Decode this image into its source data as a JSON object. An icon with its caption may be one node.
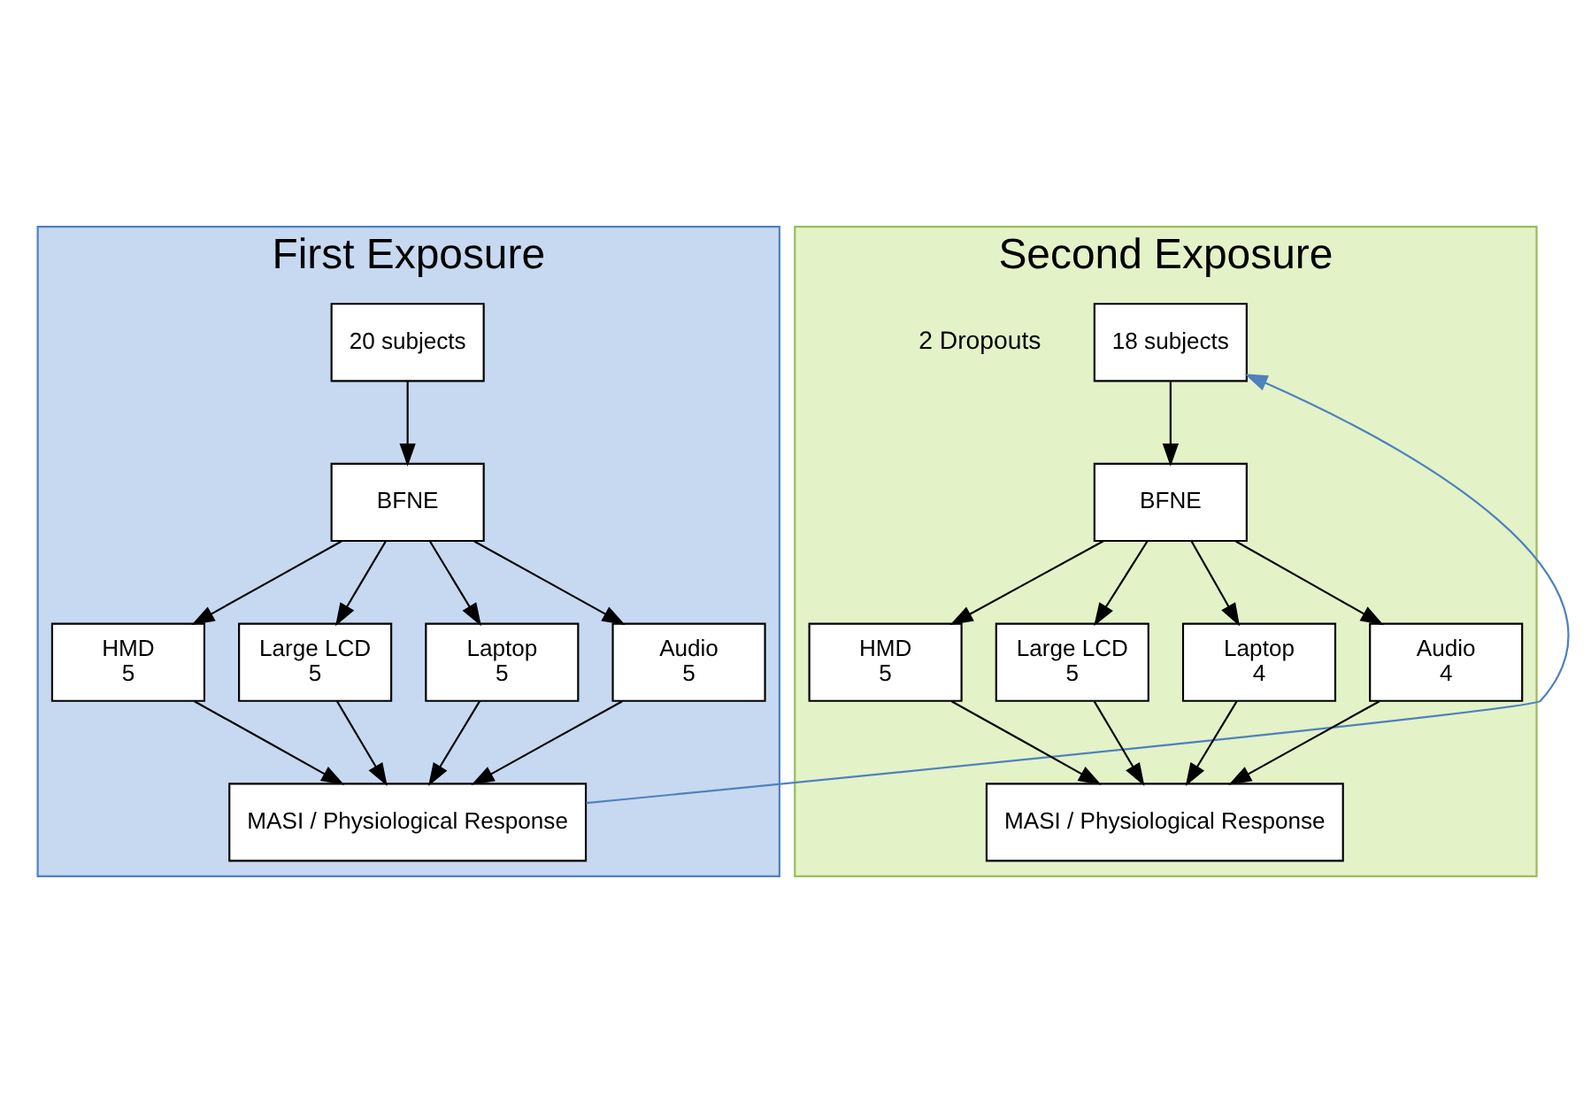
{
  "diagram": {
    "nodes": [
      {
        "text": [
          "First Exposure"
        ]
      },
      {
        "text": [
          "20 subjects"
        ],
        "in": 0
      },
      {
        "text": [
          "BFNE"
        ],
        "in": 0
      },
      {
        "text": [
          "HMD",
          "5"
        ],
        "in": 0
      },
      {
        "text": [
          "Large LCD",
          "5"
        ],
        "in": 0
      },
      {
        "text": [
          "Laptop",
          "5"
        ],
        "in": 0
      },
      {
        "text": [
          "Audio",
          "5"
        ],
        "in": 0
      },
      {
        "text": [
          "MASI / Physiological Response"
        ],
        "in": 0
      },
      {
        "text": [
          "Second Exposure"
        ]
      },
      {
        "text": [
          "18 subjects"
        ],
        "in": 8,
        "beside": [
          "2 Dropouts"
        ]
      },
      {
        "text": [
          "BFNE"
        ],
        "in": 8
      },
      {
        "text": [
          "HMD",
          "5"
        ],
        "in": 8
      },
      {
        "text": [
          "Large LCD",
          "5"
        ],
        "in": 8
      },
      {
        "text": [
          "Laptop",
          "4"
        ],
        "in": 8
      },
      {
        "text": [
          "Audio",
          "4"
        ],
        "in": 8
      },
      {
        "text": [
          "MASI / Physiological Response"
        ],
        "in": 8
      }
    ],
    "edges": [
      {
        "from": 1,
        "to": 2,
        "arrow": "to"
      },
      {
        "from": 2,
        "to": 3,
        "arrow": "to"
      },
      {
        "from": 2,
        "to": 4,
        "arrow": "to"
      },
      {
        "from": 2,
        "to": 5,
        "arrow": "to"
      },
      {
        "from": 2,
        "to": 6,
        "arrow": "to"
      },
      {
        "from": 3,
        "to": 7,
        "arrow": "to"
      },
      {
        "from": 4,
        "to": 7,
        "arrow": "to"
      },
      {
        "from": 5,
        "to": 7,
        "arrow": "to"
      },
      {
        "from": 6,
        "to": 7,
        "arrow": "to"
      },
      {
        "from": 7,
        "to": 9,
        "arrow": "to",
        "color": "#4f81bd"
      },
      {
        "from": 9,
        "to": 10,
        "arrow": "to"
      },
      {
        "from": 10,
        "to": 11,
        "arrow": "to"
      },
      {
        "from": 10,
        "to": 12,
        "arrow": "to"
      },
      {
        "from": 10,
        "to": 13,
        "arrow": "to"
      },
      {
        "from": 10,
        "to": 14,
        "arrow": "to"
      },
      {
        "from": 11,
        "to": 15,
        "arrow": "to"
      },
      {
        "from": 12,
        "to": 15,
        "arrow": "to"
      },
      {
        "from": 13,
        "to": 15,
        "arrow": "to"
      },
      {
        "from": 14,
        "to": 15,
        "arrow": "to"
      }
    ]
  }
}
